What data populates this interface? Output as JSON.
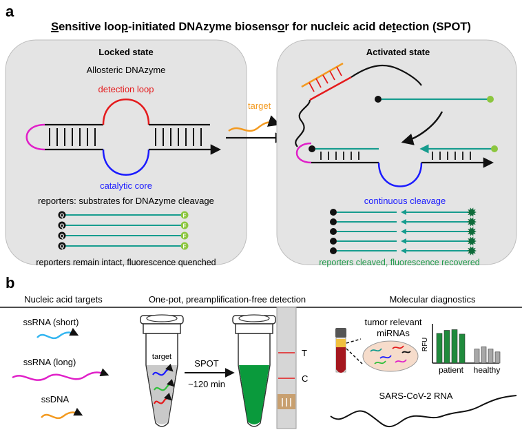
{
  "panel_a": {
    "letter": "a",
    "title_parts": [
      {
        "t": "S",
        "u": true
      },
      {
        "t": "ensitive loo",
        "u": false
      },
      {
        "t": "p",
        "u": true
      },
      {
        "t": "-initiated DNAzyme biosens",
        "u": false
      },
      {
        "t": "o",
        "u": true
      },
      {
        "t": "r for nucleic acid de",
        "u": false
      },
      {
        "t": "t",
        "u": true
      },
      {
        "t": "ection (SPOT)",
        "u": false
      }
    ],
    "locked": {
      "heading": "Locked state",
      "subtitle": "Allosteric DNAzyme",
      "detection_loop": "detection loop",
      "catalytic_core": "catalytic core",
      "reporters_label": "reporters: substrates for DNAzyme cleavage",
      "quencher_symbol": "Q",
      "fluor_symbol": "F",
      "footer": "reporters remain intact, fluorescence quenched"
    },
    "target_label": "target",
    "activated": {
      "heading": "Activated state",
      "continuous": "continuous cleavage",
      "footer": "reporters cleaved, fluorescence recovered"
    }
  },
  "panel_b": {
    "letter": "b",
    "col1_header": "Nucleic acid targets",
    "col2_header": "One-pot, preamplification-free detection",
    "col3_header": "Molecular diagnostics",
    "targets": [
      "ssRNA (short)",
      "ssRNA (long)",
      "ssDNA"
    ],
    "tube_label": "target",
    "spot_label": "SPOT",
    "time_label": "~120 min",
    "strip_t": "T",
    "strip_c": "C",
    "tumor_line1": "tumor relevant",
    "tumor_line2": "miRNAs",
    "rfu": "RFU",
    "patient": "patient",
    "healthy": "healthy",
    "sars": "SARS-CoV-2 RNA"
  },
  "colors": {
    "loop": "#e41a1c",
    "core": "#1a1aff",
    "hairpin": "#e020c8",
    "teal": "#169c8e",
    "green_dot": "#8cc63f",
    "orange": "#f39a20",
    "cleaved_text": "#1f9a4a",
    "bar_patient": "#1f8a3c",
    "bar_healthy": "#a8a8a8"
  }
}
